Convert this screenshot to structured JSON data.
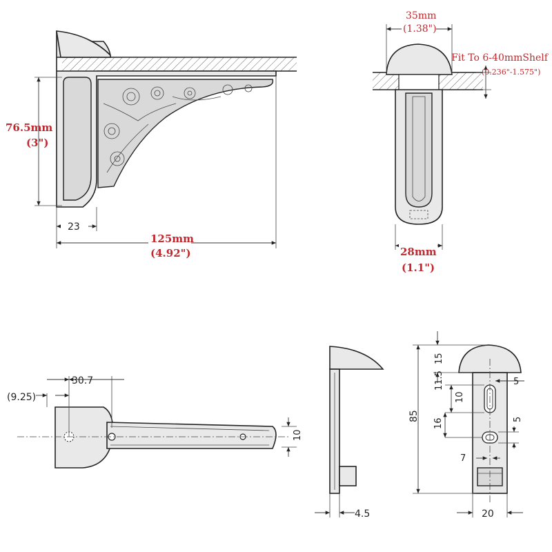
{
  "front_view": {
    "height_mm": "76.5mm",
    "height_in": "(3\")",
    "width_mm": "125mm",
    "width_in": "(4.92\")",
    "base_width": "23"
  },
  "side_view": {
    "top_mm": "35mm",
    "top_in": "(1.38\")",
    "fit_label": "Fit To 6-40mmShelf",
    "fit_range": "(0.236\"-1.575\")",
    "bottom_mm": "28mm",
    "bottom_in": "(1.1\")"
  },
  "top_view": {
    "dim_offset": "30.7",
    "dim_small": "(9.25)",
    "dim_arm": "10"
  },
  "thin_side": {
    "dim_thickness": "4.5"
  },
  "back_view": {
    "total_height": "85",
    "cap_height": "15",
    "dim_11_5": "11.5",
    "dim_5_top": "5",
    "dim_10": "10",
    "dim_16": "16",
    "dim_5_mid": "5",
    "dim_7": "7",
    "dim_20": "20"
  },
  "colors": {
    "dimension_red": "#c0282d",
    "part_fill": "#e9e9e9",
    "outline": "#222222"
  }
}
